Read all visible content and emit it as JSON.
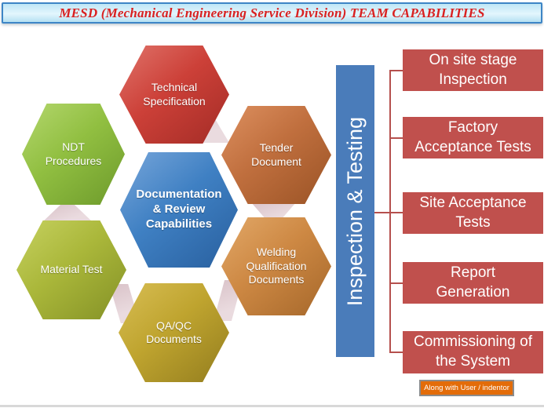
{
  "title": "MESD (Mechanical Engineering Service Division) TEAM CAPABILITIES",
  "title_text_color": "#d92121",
  "cycle": {
    "center": {
      "label": "Documentation\n& Review\nCapabilities",
      "color": "#3f80c3"
    },
    "items": [
      {
        "label": "Technical\nSpecification",
        "color": "#cc4038"
      },
      {
        "label": "Tender\nDocument",
        "color": "#c06f3e"
      },
      {
        "label": "Welding\nQualification\nDocuments",
        "color": "#cd8843"
      },
      {
        "label": "QA/QC\nDocuments",
        "color": "#bfa42f"
      },
      {
        "label": "Material Test",
        "color": "#aab73a"
      },
      {
        "label": "NDT\nProcedures",
        "color": "#91bf41"
      }
    ],
    "connector_color": "#e2ccd2"
  },
  "inspection": {
    "bar_label": "Inspection & Testing",
    "bar_color": "#4a7cba",
    "box_color": "#c0504d",
    "bracket_color": "#b5504d",
    "items": [
      "On site stage\nInspection",
      "Factory\nAcceptance Tests",
      "Site Acceptance\nTests",
      "Report\nGeneration",
      "Commissioning of\nthe System"
    ]
  },
  "footnote": {
    "label": "Along with User / indentor",
    "color": "#e36c09"
  }
}
